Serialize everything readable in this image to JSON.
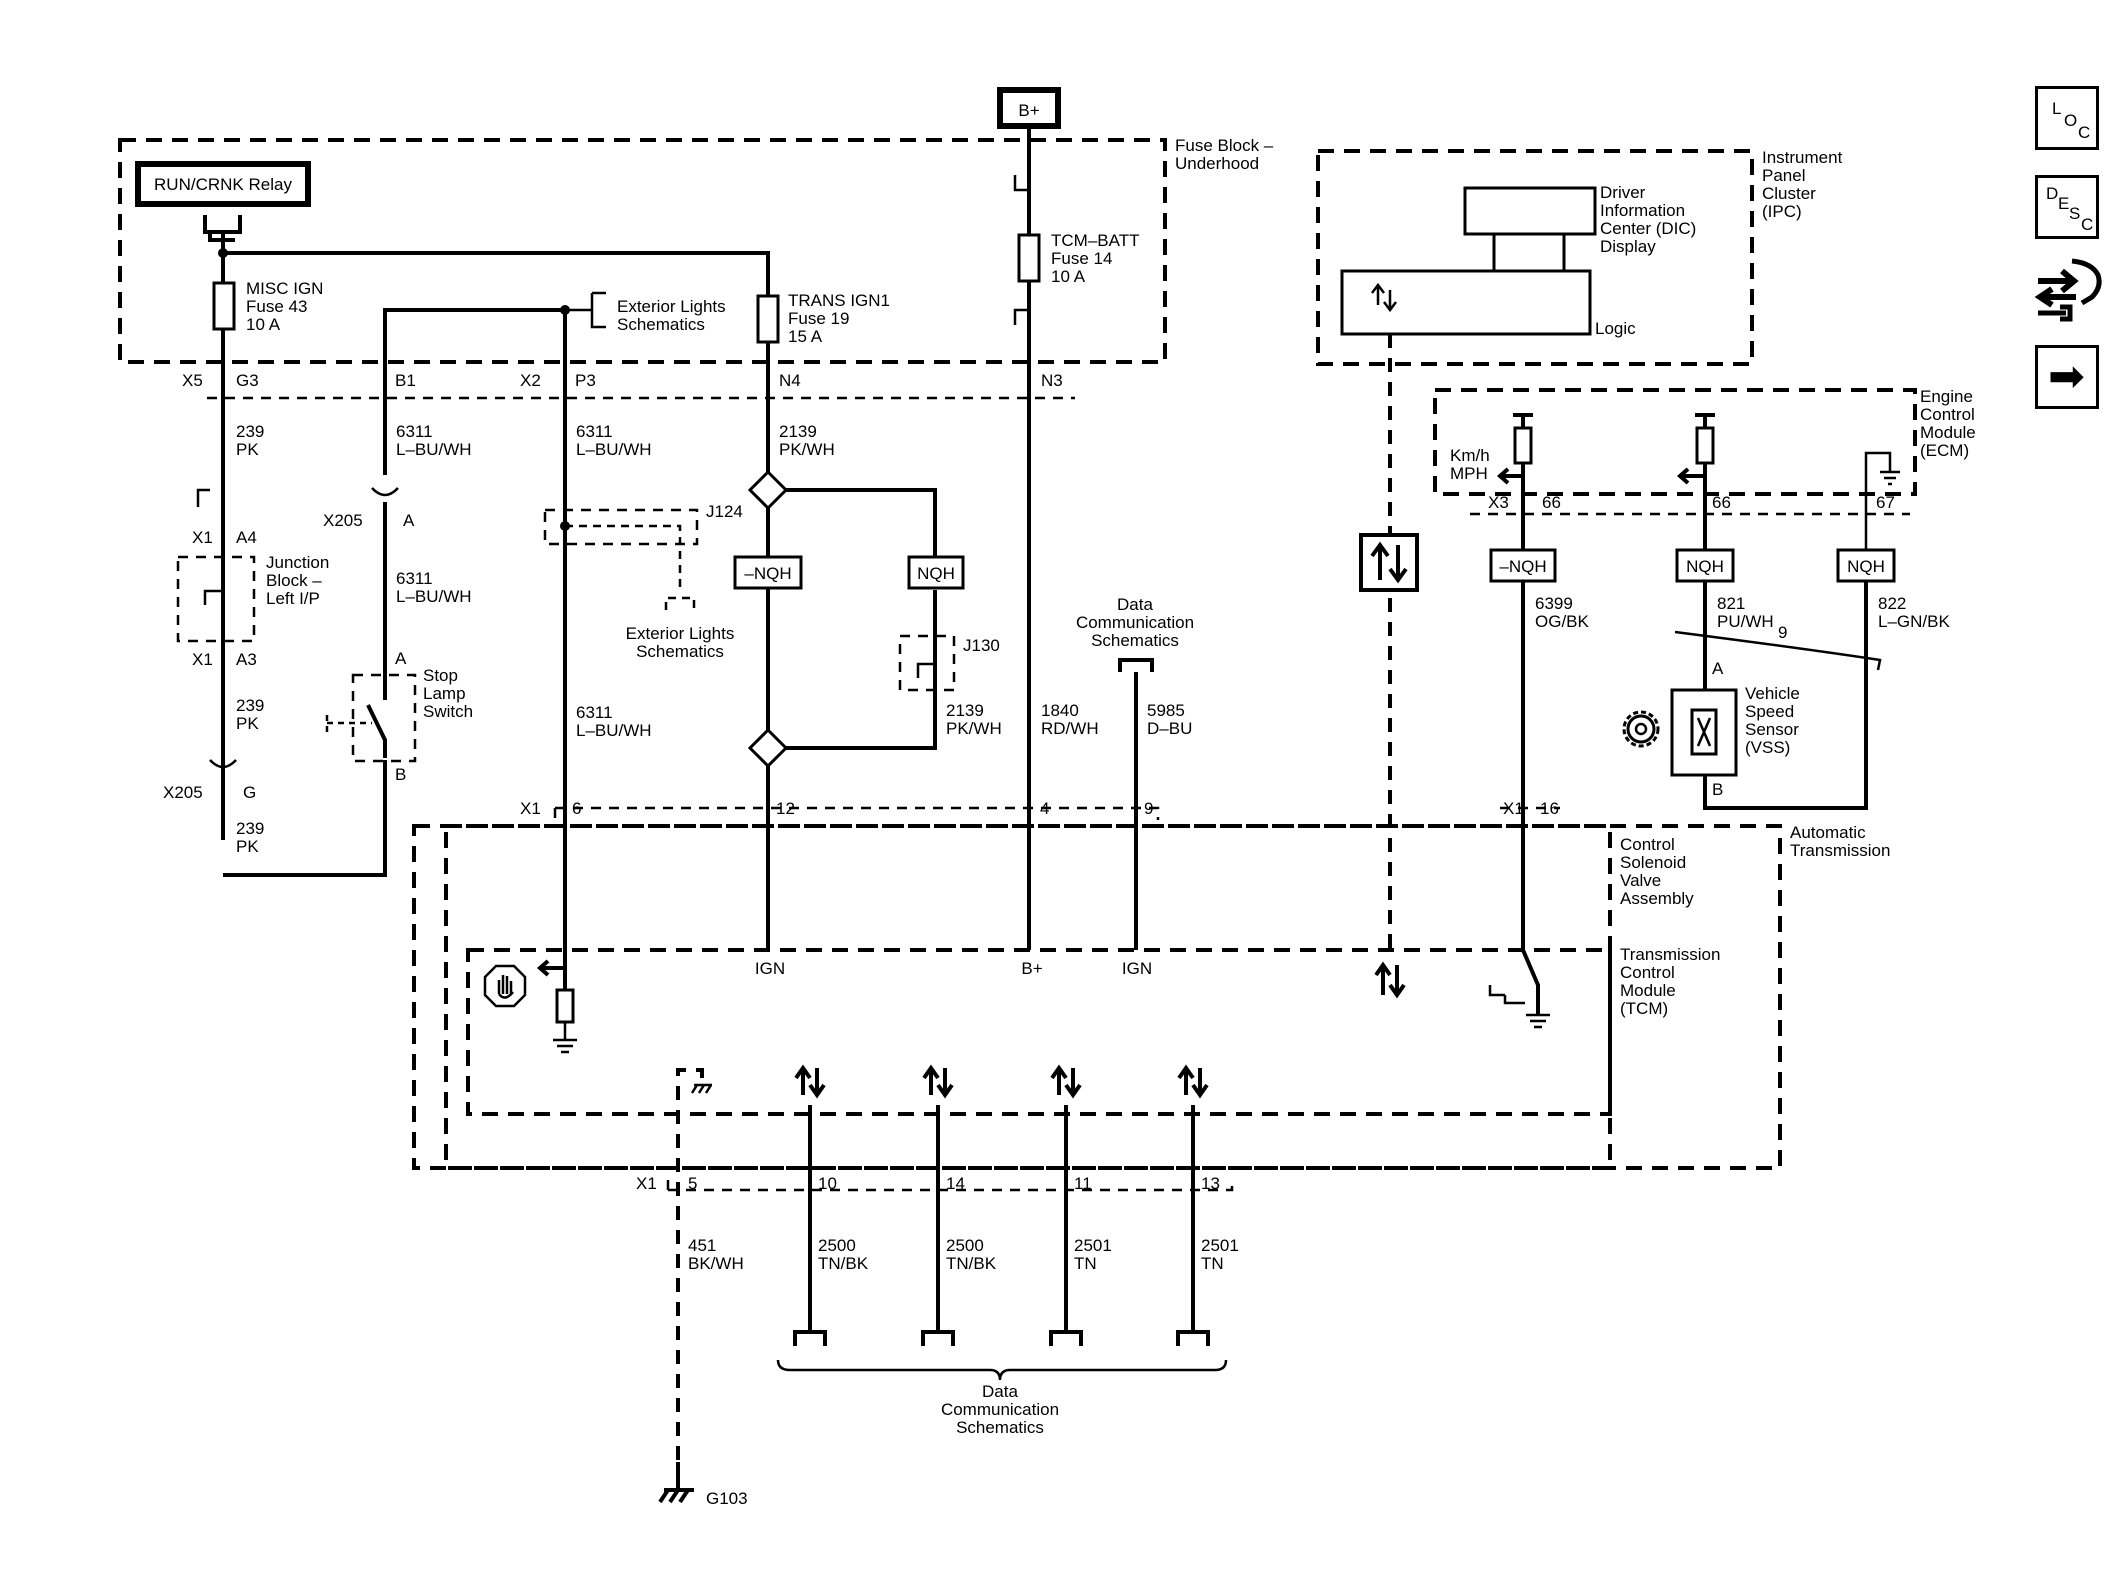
{
  "battery": "B+",
  "relay": "RUN/CRNK Relay",
  "fuse_block": [
    "Fuse Block –",
    "Underhood"
  ],
  "fuses": {
    "misc_ign": [
      "MISC IGN",
      "Fuse 43",
      "10 A"
    ],
    "trans_ign1": [
      "TRANS IGN1",
      "Fuse 19",
      "15 A"
    ],
    "tcm_batt": [
      "TCM–BATT",
      "Fuse 14",
      "10 A"
    ]
  },
  "exterior_lights": [
    "Exterior Lights",
    "Schematics"
  ],
  "connectors": {
    "x5": "X5",
    "g3": "G3",
    "b1": "B1",
    "x2": "X2",
    "p3": "P3",
    "n4": "N4",
    "n3": "N3",
    "x205": "X205",
    "a": "A",
    "x1": "X1",
    "a4": "A4",
    "a3": "A3",
    "g": "G",
    "b": "B",
    "j124": "J124",
    "j130": "J130",
    "x3": "X3",
    "p66a": "66",
    "p66b": "66",
    "p67": "67",
    "p6": "6",
    "p12": "12",
    "p4": "4",
    "p9": "9",
    "p16": "16",
    "p5": "5",
    "p10": "10",
    "p14": "14",
    "p11": "11",
    "p13": "13",
    "twist": "9"
  },
  "junction_block": [
    "Junction",
    "Block –",
    "Left I/P"
  ],
  "stop_lamp": [
    "Stop",
    "Lamp",
    "Switch"
  ],
  "wires": {
    "w239a": [
      "239",
      "PK"
    ],
    "w6311a": [
      "6311",
      "L–BU/WH"
    ],
    "w6311b": [
      "6311",
      "L–BU/WH"
    ],
    "w2139a": [
      "2139",
      "PK/WH"
    ],
    "w6311c": [
      "6311",
      "L–BU/WH"
    ],
    "w239b": [
      "239",
      "PK"
    ],
    "w239c": [
      "239",
      "PK"
    ],
    "w6311d": [
      "6311",
      "L–BU/WH"
    ],
    "w2139b": [
      "2139",
      "PK/WH"
    ],
    "w1840": [
      "1840",
      "RD/WH"
    ],
    "w5985": [
      "5985",
      "D–BU"
    ],
    "w6399": [
      "6399",
      "OG/BK"
    ],
    "w821": [
      "821",
      "PU/WH"
    ],
    "w822": [
      "822",
      "L–GN/BK"
    ],
    "w451": [
      "451",
      "BK/WH"
    ],
    "w2500a": [
      "2500",
      "TN/BK"
    ],
    "w2500b": [
      "2500",
      "TN/BK"
    ],
    "w2501a": [
      "2501",
      "TN"
    ],
    "w2501b": [
      "2501",
      "TN"
    ]
  },
  "nqh": {
    "neg_left": "–NQH",
    "left": "NQH",
    "neg_right": "–NQH",
    "mid": "NQH",
    "right": "NQH"
  },
  "data_comm": [
    "Data",
    "Communication",
    "Schematics"
  ],
  "ipc": [
    "Instrument",
    "Panel",
    "Cluster",
    "(IPC)"
  ],
  "dic": [
    "Driver",
    "Information",
    "Center (DIC)",
    "Display"
  ],
  "logic": "Logic",
  "ecm": [
    "Engine",
    "Control",
    "Module",
    "(ECM)"
  ],
  "kmh": [
    "Km/h",
    "MPH"
  ],
  "vss": [
    "Vehicle",
    "Speed",
    "Sensor",
    "(VSS)"
  ],
  "auto_trans": [
    "Automatic",
    "Transmission"
  ],
  "csva": [
    "Control",
    "Solenoid",
    "Valve",
    "Assembly"
  ],
  "tcm": [
    "Transmission",
    "Control",
    "Module",
    "(TCM)"
  ],
  "pins": {
    "ign1": "IGN",
    "bplus": "B+",
    "ign2": "IGN"
  },
  "ground": "G103",
  "nav": {
    "loc": [
      "L",
      "O",
      "C"
    ],
    "desc": [
      "D",
      "E",
      "S",
      "C"
    ],
    "arrow": "➡"
  },
  "icons": [
    "relay-icon",
    "fuse-icon",
    "splice-icon",
    "ground-icon",
    "gear-icon",
    "hand-icon",
    "data-arrows-icon",
    "wrench-icon",
    "next-arrow-icon"
  ]
}
